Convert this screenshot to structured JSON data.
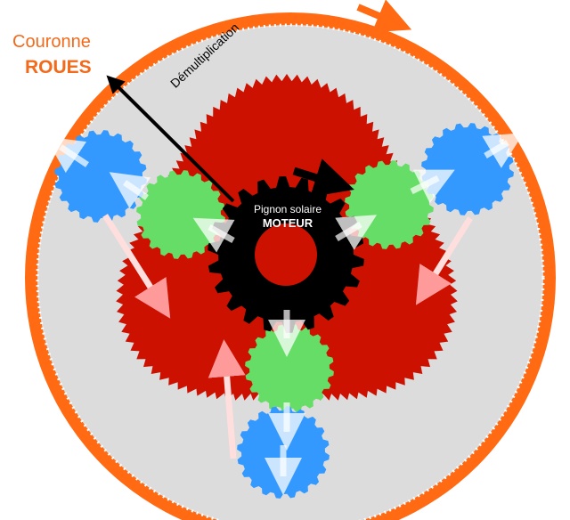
{
  "labels": {
    "ring": "Couronne",
    "ring_output": "ROUES",
    "sun": "Pignon solaire",
    "sun_input": "MOTEUR",
    "arrow": "Démultiplication"
  },
  "colors": {
    "ring": "#ff6a13",
    "ring_inner": "#dcdcdc",
    "carrier": "#cc1100",
    "sun": "#000000",
    "sun_hub": "#cc1100",
    "planet": "#66dd66",
    "wheel": "#3399ff",
    "background": "#ffffff"
  },
  "icons": {
    "rotation_ring": "arrow-right-icon",
    "rotation_sun": "arrow-right-icon",
    "reduction": "arrow-up-left-icon"
  }
}
